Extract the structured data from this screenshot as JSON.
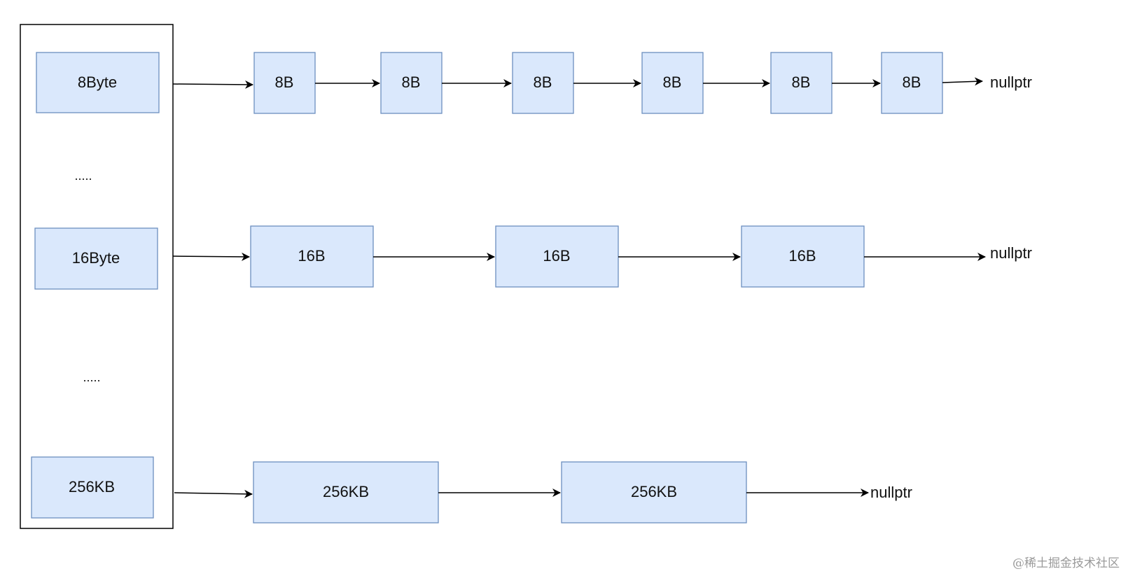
{
  "diagram": {
    "size_classes": {
      "row1_label": "8Byte",
      "ellipsis_1": ".....",
      "row2_label": "16Byte",
      "ellipsis_2": ".....",
      "row3_label": "256KB"
    },
    "lists": [
      {
        "blocks": [
          "8B",
          "8B",
          "8B",
          "8B",
          "8B",
          "8B"
        ],
        "terminator": "nullptr"
      },
      {
        "blocks": [
          "16B",
          "16B",
          "16B"
        ],
        "terminator": "nullptr"
      },
      {
        "blocks": [
          "256KB",
          "256KB"
        ],
        "terminator": "nullptr"
      }
    ],
    "colors": {
      "node_fill": "#dae8fc",
      "node_stroke": "#6c8ebf",
      "edge": "#000000"
    }
  },
  "watermark": "@稀土掘金技术社区"
}
